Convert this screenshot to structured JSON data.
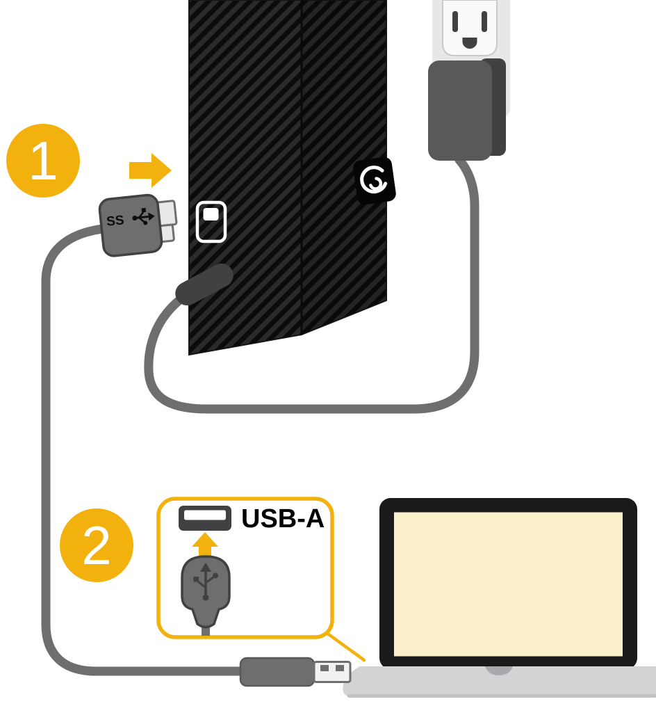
{
  "diagram": {
    "steps": [
      {
        "number": "1"
      },
      {
        "number": "2"
      }
    ],
    "callout": {
      "port_label": "USB-A"
    },
    "micro_connector": {
      "logo_text": "SS"
    },
    "graphics": [
      "step-1-badge",
      "direction-arrow",
      "usb-micro-b-connector",
      "external-hard-drive",
      "seagate-logo",
      "usb-micro-b-port",
      "power-connector",
      "power-cable",
      "power-adapter",
      "wall-outlet",
      "usb-data-cable",
      "step-2-badge",
      "usb-a-callout",
      "usb-a-port-icon",
      "usb-a-connector-icon",
      "laptop",
      "usb-a-plug"
    ],
    "colors": {
      "accent_yellow": "#F2B10C",
      "cable_gray": "#6D6E70",
      "connector_dark": "#414042",
      "drive_dark": "#2A2A2A",
      "drive_stripe": "#0B0B0B",
      "adapter_gray": "#58595B",
      "outlet_plate": "#E6E7E8",
      "laptop_screen": "#FAF0C9",
      "laptop_base": "#D1D3D4"
    }
  }
}
